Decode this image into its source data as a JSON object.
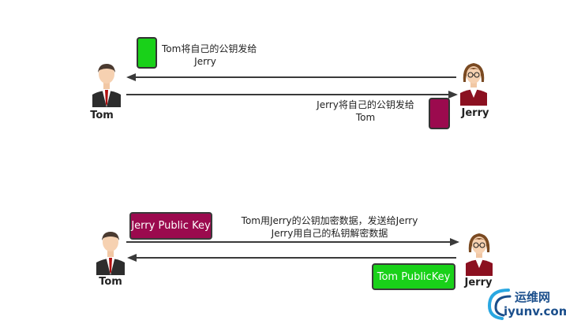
{
  "colors": {
    "green_key": "#19d119",
    "crimson_key": "#9b0a4e",
    "arrow": "#3a3a3a",
    "watermark_blue": "#1b4f8c"
  },
  "top": {
    "msg_to_tom_line1": "Tom将自己的公钥发给",
    "msg_to_tom_line2": "Jerry",
    "msg_to_jerry_line1": "Jerry将自己的公钥发给",
    "msg_to_jerry_line2": "Tom",
    "tom_name": "Tom",
    "jerry_name": "Jerry"
  },
  "bottom": {
    "jerry_public_key_label": "Jerry Public Key",
    "tom_public_key_label": "Tom PublicKey",
    "msg_line1": "Tom用Jerry的公钥加密数据，发送给Jerry",
    "msg_line2": "Jerry用自己的私钥解密数据",
    "tom_name": "Tom",
    "jerry_name": "Jerry"
  },
  "watermark": {
    "cn": "运维网",
    "url": "iyunv.com"
  }
}
